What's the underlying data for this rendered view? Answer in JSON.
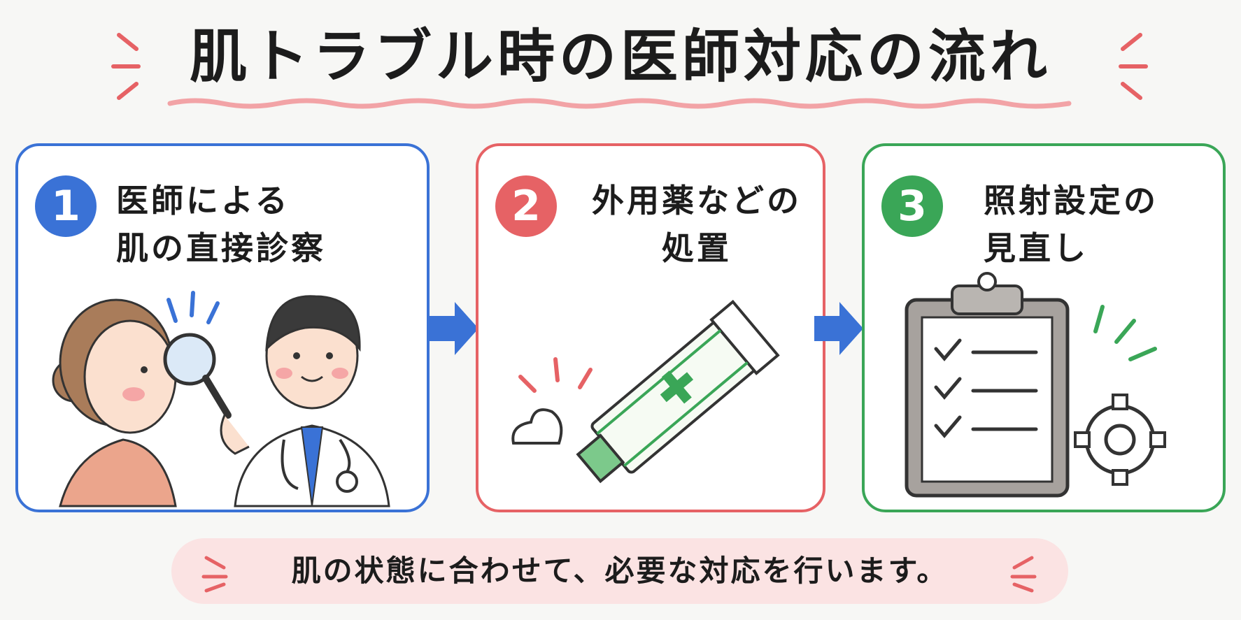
{
  "title": "肌トラブル時の医師対応の流れ",
  "steps": [
    {
      "number": "1",
      "line1": "医師による",
      "line2": "肌の直接診察",
      "color": "#3a72d6",
      "icon": "doctor-examining-skin-illustration"
    },
    {
      "number": "2",
      "line1": "外用薬などの",
      "line2": "処置",
      "color": "#e66265",
      "icon": "ointment-tube-illustration"
    },
    {
      "number": "3",
      "line1": "照射設定の",
      "line2": "見直し",
      "color": "#3aa657",
      "icon": "clipboard-gear-illustration"
    }
  ],
  "note": "肌の状態に合わせて、必要な対応を行います。",
  "colors": {
    "accent_pink": "#e66265",
    "arrow_blue": "#3a72d6",
    "note_bg": "#fbe3e3"
  }
}
